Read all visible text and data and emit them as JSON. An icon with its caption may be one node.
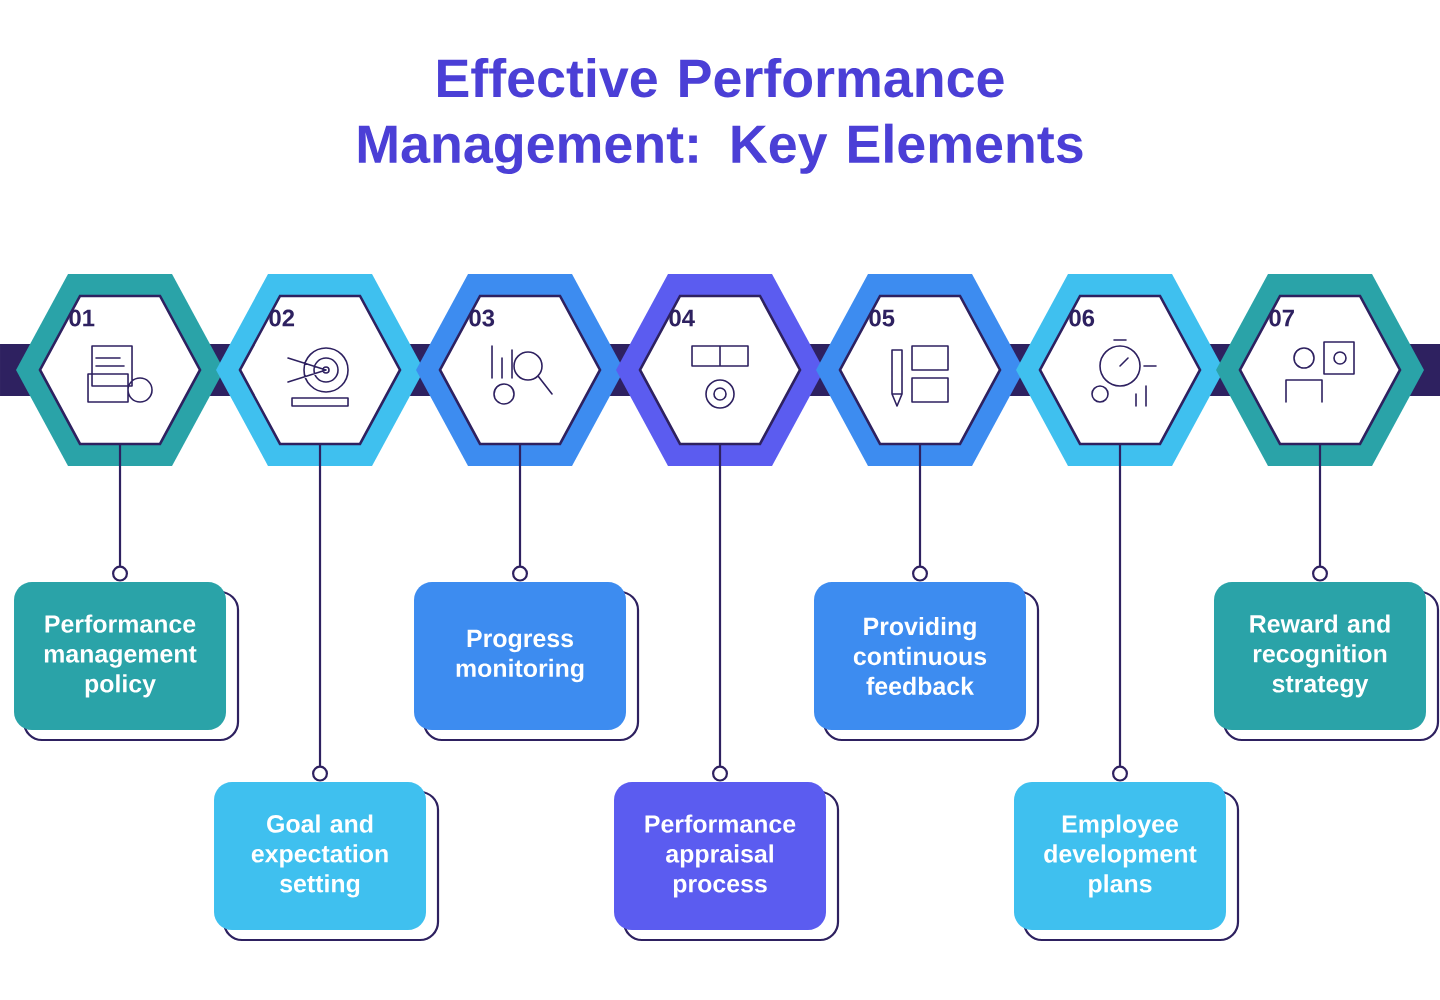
{
  "diagram": {
    "title": "Effective Performance Management: Key Elements",
    "nodes": [
      {
        "text": [
          "01"
        ]
      },
      {
        "text": [
          "02"
        ]
      },
      {
        "text": [
          "03"
        ]
      },
      {
        "text": [
          "04"
        ]
      },
      {
        "text": [
          "05"
        ]
      },
      {
        "text": [
          "06"
        ]
      },
      {
        "text": [
          "07"
        ]
      },
      {
        "text": [
          "Performance management policy"
        ]
      },
      {
        "text": [
          "Goal and expectation setting"
        ]
      },
      {
        "text": [
          "Progress monitoring"
        ]
      },
      {
        "text": [
          "Performance appraisal process"
        ]
      },
      {
        "text": [
          "Providing continuous feedback"
        ]
      },
      {
        "text": [
          "Employee development plans"
        ]
      },
      {
        "text": [
          "Reward and recognition strategy"
        ]
      }
    ],
    "edges": [
      {
        "from": 0,
        "to": 7,
        "arrow": "other"
      },
      {
        "from": 1,
        "to": 8,
        "arrow": "other"
      },
      {
        "from": 2,
        "to": 9,
        "arrow": "other"
      },
      {
        "from": 3,
        "to": 10,
        "arrow": "other"
      },
      {
        "from": 4,
        "to": 11,
        "arrow": "other"
      },
      {
        "from": 5,
        "to": 12,
        "arrow": "other"
      },
      {
        "from": 6,
        "to": 13,
        "arrow": "other"
      }
    ]
  }
}
